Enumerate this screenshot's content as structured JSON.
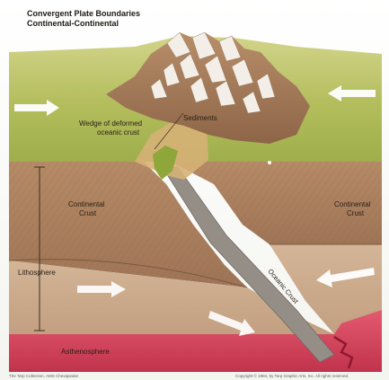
{
  "title": {
    "line1": "Convergent Plate Boundaries",
    "line2": "Continental-Continental"
  },
  "labels": {
    "sediments": "Sediments",
    "wedge_line1": "Wedge of deformed",
    "wedge_line2": "oceanic crust",
    "continental_crust_left_line1": "Continental",
    "continental_crust_left_line2": "Crust",
    "continental_crust_right_line1": "Continental",
    "continental_crust_right_line2": "Crust",
    "lithosphere": "Lithosphere",
    "oceanic_crust": "Oceanic Crust",
    "asthenosphere": "Asthenosphere"
  },
  "footer": {
    "left": "The Tarp Collection, AMS Chesapeake",
    "right": "Copyright © 1994, by Tarp Graphic Arts, Inc. All rights reserved."
  },
  "colors": {
    "surface_green": "#b9c26a",
    "crust_brown": "#a07a5a",
    "lithosphere_tan": "#c8a98a",
    "asthenosphere_red": "#d9475f",
    "oceanic_crust_gray": "#8f8a82",
    "mountain_white": "#f3efe8",
    "motion_arrow": "#ffffff"
  }
}
